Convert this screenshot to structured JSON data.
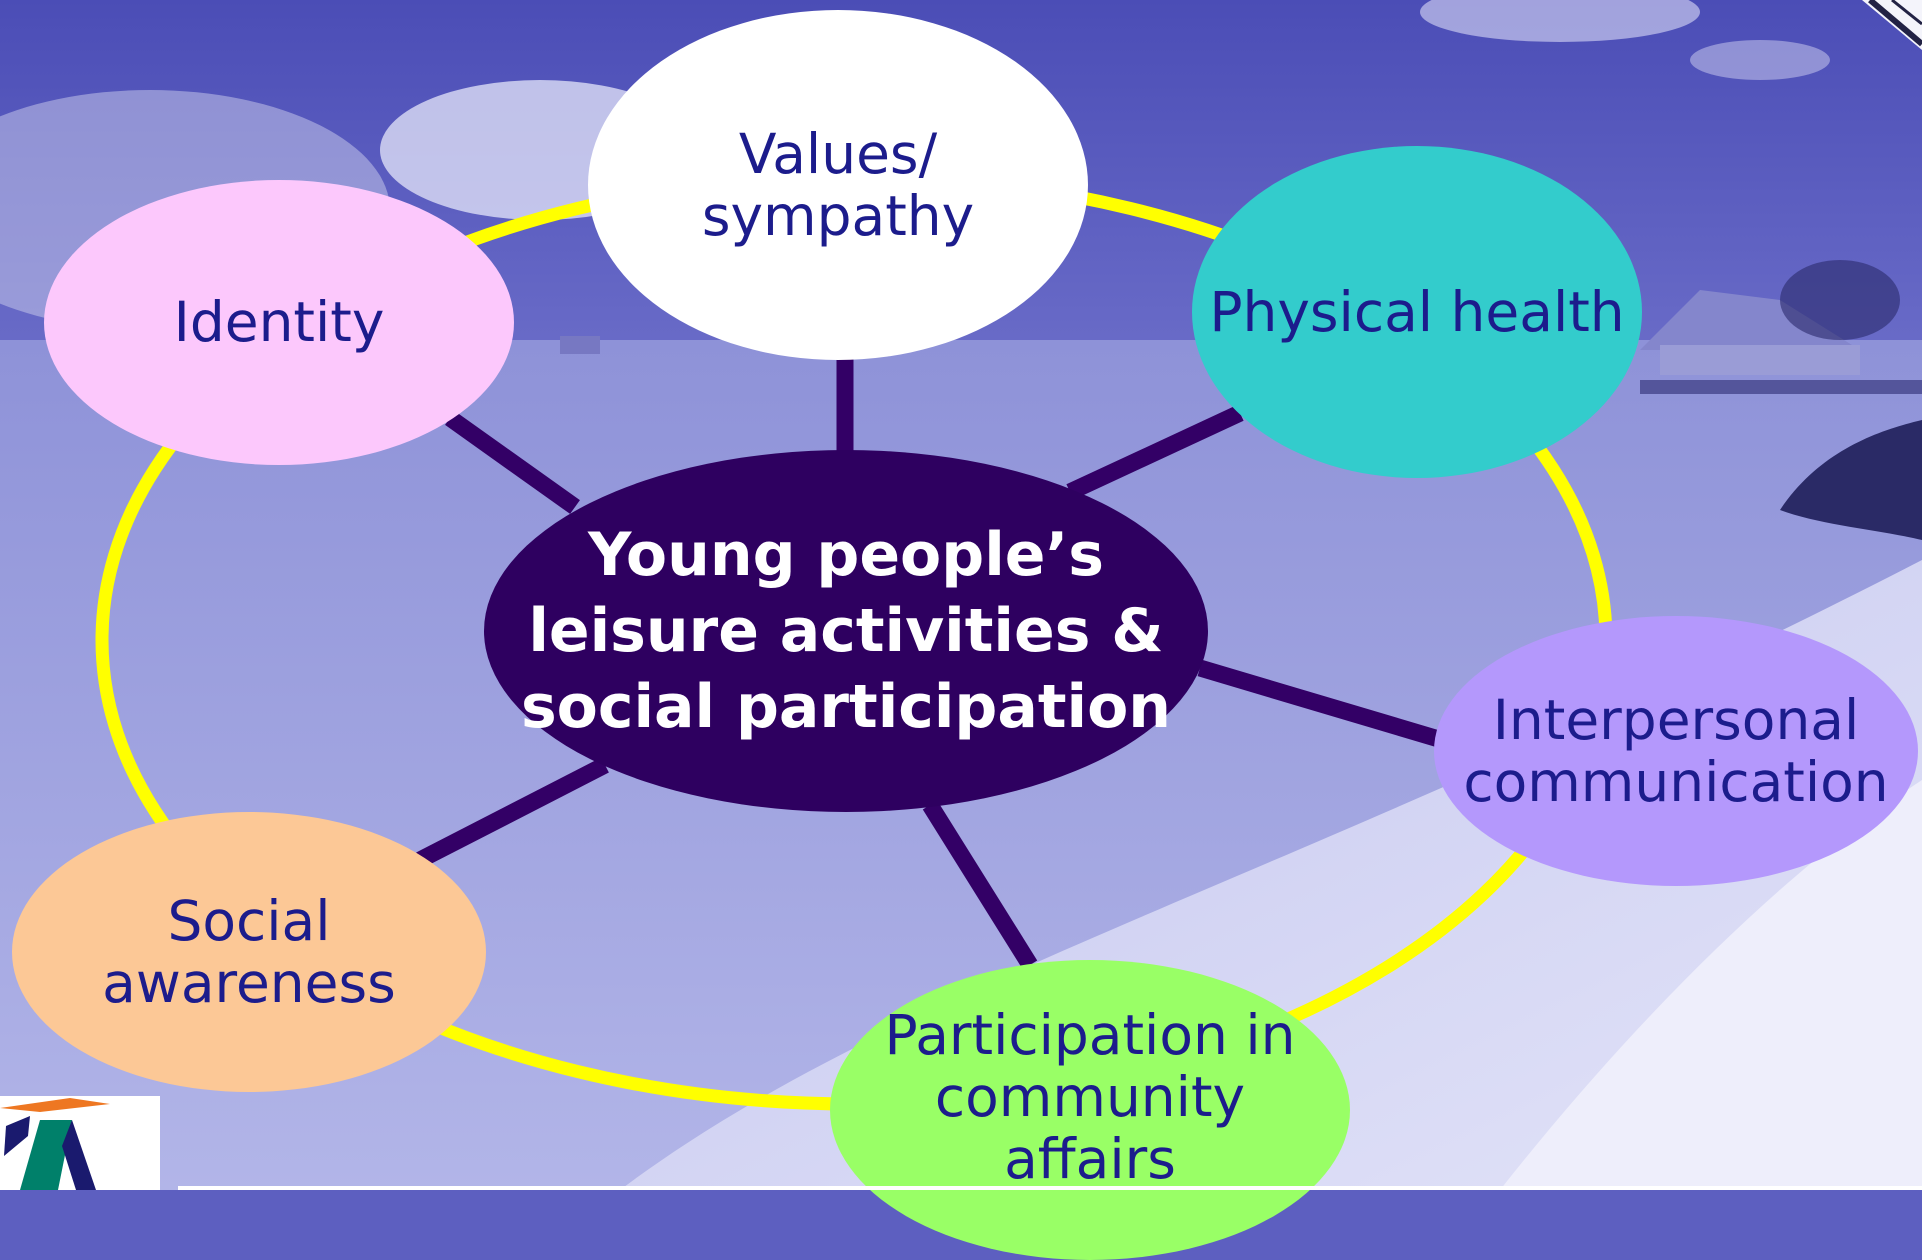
{
  "diagram": {
    "center": {
      "lines": [
        "Young people’s",
        "leisure activities &",
        "social participation"
      ],
      "fill": "#2e0060",
      "text_color": "#ffffff"
    },
    "nodes": [
      {
        "key": "values",
        "lines": [
          "Values/",
          "sympathy"
        ],
        "fill": "#ffffff"
      },
      {
        "key": "identity",
        "lines": [
          "Identity"
        ],
        "fill": "#fcc8fc"
      },
      {
        "key": "physical",
        "lines": [
          "Physical health"
        ],
        "fill": "#33cccc"
      },
      {
        "key": "interpersonal",
        "lines": [
          "Interpersonal",
          "communication"
        ],
        "fill": "#b498fc"
      },
      {
        "key": "social",
        "lines": [
          "Social",
          "awareness"
        ],
        "fill": "#fcc896"
      },
      {
        "key": "participation",
        "lines": [
          "Participation in",
          "community",
          "affairs"
        ],
        "fill": "#99ff66"
      }
    ],
    "ring_color": "#ffff00",
    "spoke_color": "#330066",
    "text_color": "#1c1c8c"
  },
  "icons": {
    "logo": "org-logo",
    "corner": "page-curl-icon"
  },
  "colors": {
    "sky": "#5a5cc0",
    "sea": "#9b9fe0",
    "sand": "#d4d6f6",
    "logo_orange": "#ee7722",
    "logo_green": "#00806a",
    "logo_navy": "#1a1a6e"
  }
}
